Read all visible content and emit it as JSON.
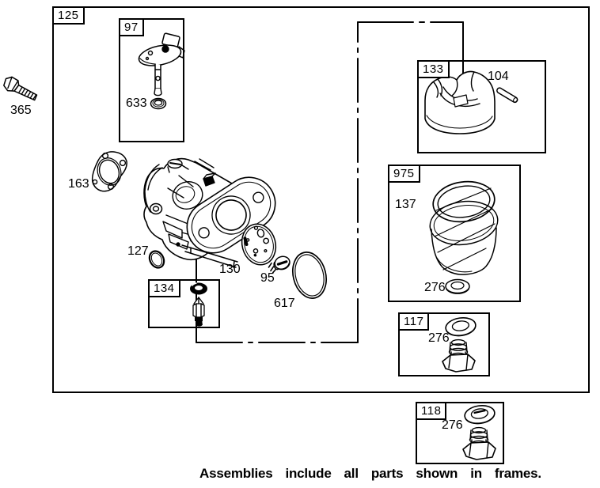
{
  "frames": {
    "f125": {
      "label": "125"
    },
    "f97": {
      "label": "97"
    },
    "f133": {
      "label": "133"
    },
    "f975": {
      "label": "975"
    },
    "f134": {
      "label": "134"
    },
    "f117": {
      "label": "117"
    },
    "f118": {
      "label": "118"
    }
  },
  "part_labels": {
    "p365": "365",
    "p633": "633",
    "p163": "163",
    "p127": "127",
    "p130": "130",
    "p95": "95",
    "p617": "617",
    "p104": "104",
    "p137": "137",
    "p276_bowl": "276",
    "p276_117": "276",
    "p276_118": "276"
  },
  "caption": {
    "text": "Assemblies include all parts shown in frames.",
    "words": [
      "Assemblies",
      "include",
      "all",
      "parts",
      "shown",
      "in",
      "frames."
    ]
  },
  "colors": {
    "line": "#000000",
    "background": "#ffffff"
  }
}
